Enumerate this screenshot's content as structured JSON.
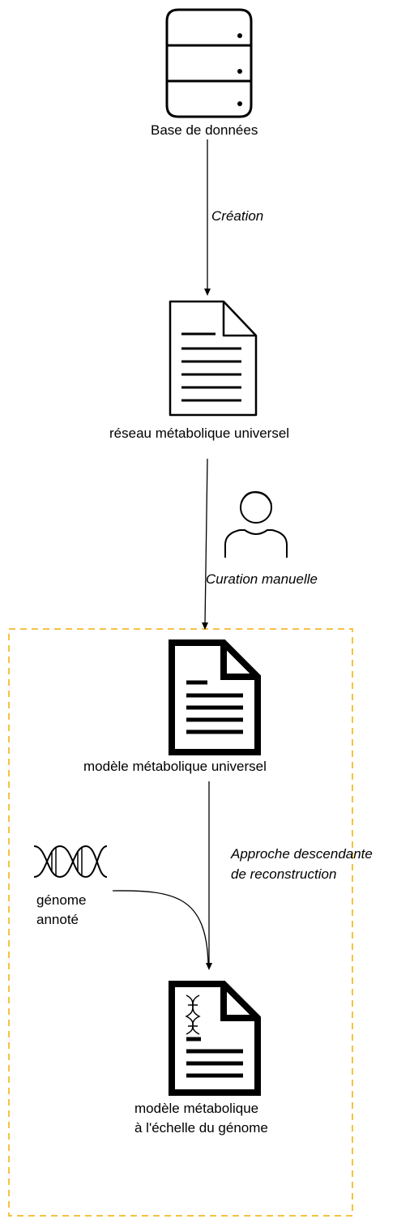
{
  "nodes": {
    "database": "Base de données",
    "universal_network": "réseau métabolique universel",
    "universal_model": "modèle métabolique universel",
    "annotated_genome": [
      "génome",
      "annoté"
    ],
    "genome_scale_model": [
      "modèle métabolique",
      "à l'échelle du génome"
    ]
  },
  "edges": {
    "creation": "Création",
    "manual_curation": "Curation manuelle",
    "top_down": [
      "Approche descendante",
      "de reconstruction"
    ]
  },
  "icons": {
    "database": "database-icon",
    "document_outline": "document-icon",
    "document_bold": "document-icon",
    "user": "user-icon",
    "dna": "dna-icon",
    "document_dna": "document-dna-icon"
  },
  "colors": {
    "dashed_box": "#f5c242"
  }
}
